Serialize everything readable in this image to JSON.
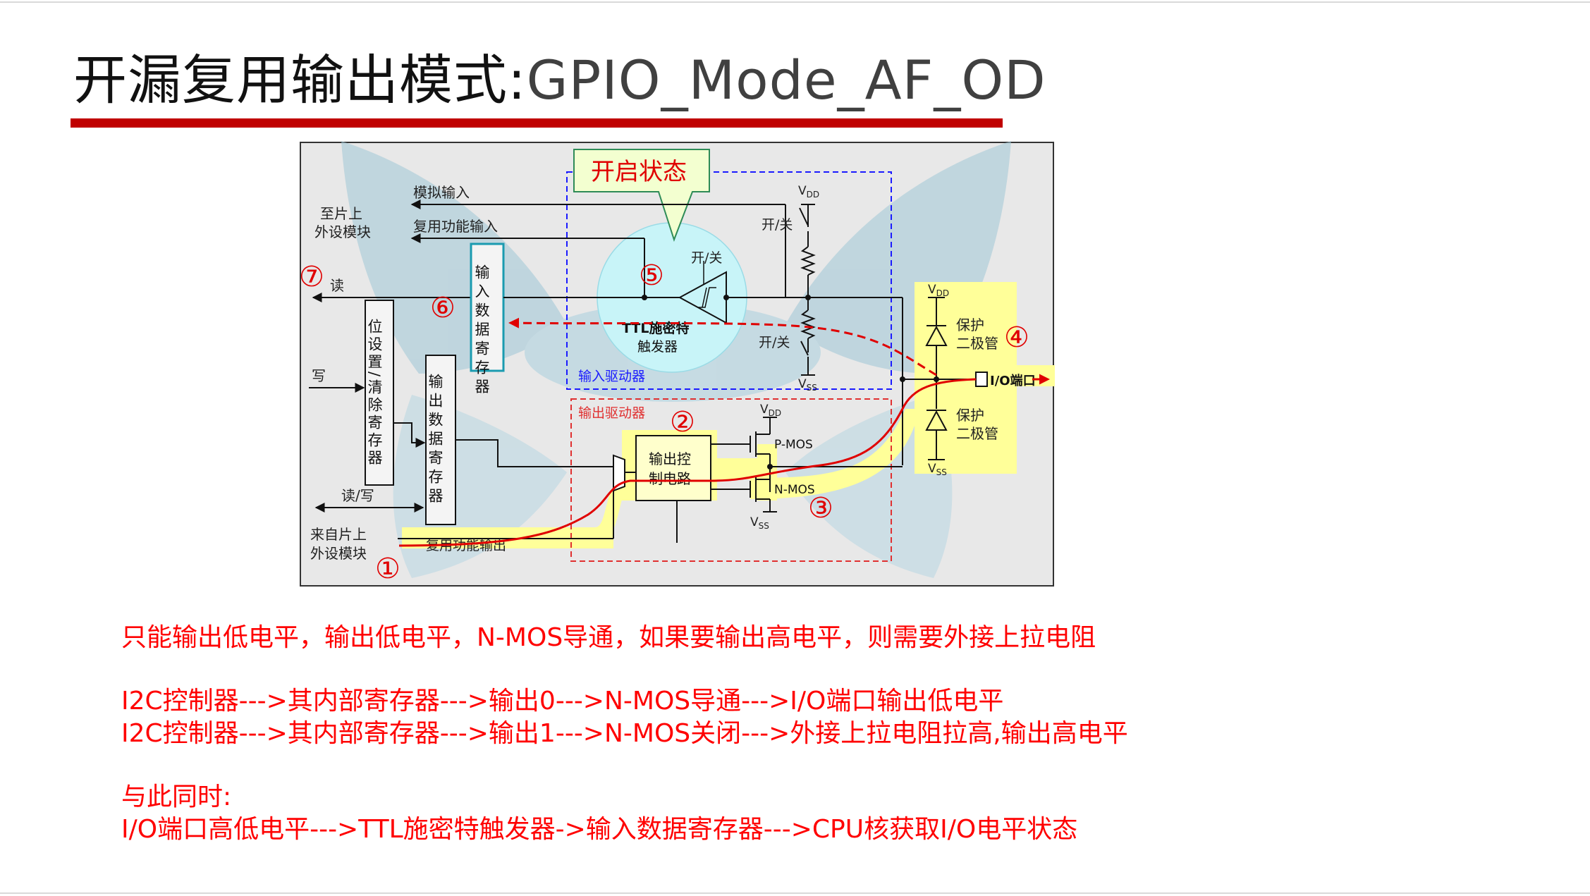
{
  "slide": {
    "title_cn": "开漏复用输出模式:",
    "title_en": "GPIO_Mode_AF_OD"
  },
  "diagram": {
    "callout": "开启状态",
    "labels": {
      "to_peripheral_1": "至片上",
      "to_peripheral_2": "外设模块",
      "analog_input": "模拟输入",
      "af_input": "复用功能输入",
      "read": "读",
      "write": "写",
      "read_write": "读/写",
      "from_peripheral_1": "来自片上",
      "from_peripheral_2": "外设模块",
      "af_output": "复用功能输出",
      "input_data_register": "输入数据寄存器",
      "bit_set_reset_register": "位设置/清除寄存器",
      "output_data_register": "输出数据寄存器",
      "onoff_top": "开/关",
      "onoff_trigger": "开/关",
      "onoff_bottom": "开/关",
      "ttl_1": "TTL施密特",
      "ttl_2": "触发器",
      "input_driver": "输入驱动器",
      "output_driver": "输出驱动器",
      "output_control_1": "输出控",
      "output_control_2": "制电路",
      "pmos": "P-MOS",
      "nmos": "N-MOS",
      "protect_top_1": "保护",
      "protect_top_2": "二极管",
      "protect_bottom_1": "保护",
      "protect_bottom_2": "二极管",
      "io_port": "I/O端口",
      "vdd": "V",
      "vdd_sub": "DD",
      "vss": "V",
      "vss_sub": "SS"
    },
    "markers": [
      "①",
      "②",
      "③",
      "④",
      "⑤",
      "⑥",
      "⑦"
    ],
    "colors": {
      "highlight_yellow": "#ffff99",
      "signal_red": "#e00000",
      "input_driver_blue": "#1a1aff",
      "output_driver_red": "#e03030",
      "trigger_cyan": "#c8f4f8"
    }
  },
  "notes": {
    "line1": "只能输出低电平，输出低电平，N-MOS导通，如果要输出高电平，则需要外接上拉电阻",
    "line2": "I2C控制器--->其内部寄存器--->输出0--->N-MOS导通--->I/O端口输出低电平",
    "line3": "I2C控制器--->其内部寄存器--->输出1--->N-MOS关闭--->外接上拉电阻拉高,输出高电平",
    "line4": "与此同时:",
    "line5": "I/O端口高低电平--->TTL施密特触发器->输入数据寄存器--->CPU核获取I/O电平状态"
  }
}
